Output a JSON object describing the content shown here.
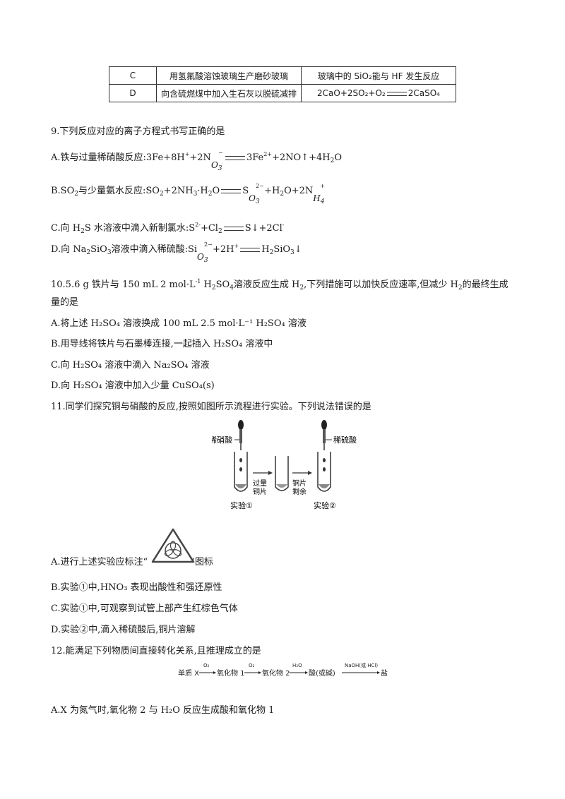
{
  "table": {
    "rows": [
      {
        "label": "C",
        "action": "用氢氟酸溶蚀玻璃生产磨砂玻璃",
        "reason": "玻璃中的 SiO₂能与 HF 发生反应"
      },
      {
        "label": "D",
        "action": "向含硫燃煤中加入生石灰以脱硫减排",
        "reason_left": "2CaO+2SO₂+O₂",
        "reason_right": "2CaSO₄"
      }
    ]
  },
  "q9": {
    "stem": "9.下列反应对应的离子方程式书写正确的是",
    "a_pre": "A.铁与过量稀硝酸反应:3Fe+8H",
    "a_mid": "+2N",
    "a_post": "3Fe",
    "a_end": "+2NO↑+4H",
    "a_tail": "O",
    "b_pre": "B.SO",
    "b_mid": "与少量氨水反应:SO",
    "b_mid2": "+2NH",
    "b_mid3": "·H",
    "b_mid4": "O",
    "b_post": "S",
    "b_end": "+H",
    "b_end2": "O+2N",
    "c_pre": "C.向 H",
    "c_mid": "S 水溶液中滴入新制氯水:S",
    "c_mid2": "+Cl",
    "c_post": "S↓+2Cl",
    "d_pre": "D.向 Na",
    "d_mid": "SiO",
    "d_mid2": "溶液中滴入稀硫酸:Si",
    "d_mid3": "+2H",
    "d_post": "H",
    "d_end": "SiO",
    "d_tail": "↓"
  },
  "q10": {
    "stem_pre": "10.5.6 g 铁片与 150 mL 2 mol·L",
    "stem_mid": " H",
    "stem_mid2": "SO",
    "stem_mid3": "溶液反应生成 H",
    "stem_end": ",下列措施可以加快反应速率,但减少 H",
    "stem_end2": "的最终生成",
    "stem_line2": "量的是",
    "a": "A.将上述 H₂SO₄ 溶液换成 100 mL 2.5 mol·L⁻¹ H₂SO₄ 溶液",
    "b": "B.用导线将铁片与石墨棒连接,一起插入 H₂SO₄ 溶液中",
    "c": "C.向 H₂SO₄ 溶液中滴入 Na₂SO₄ 溶液",
    "d": "D.向 H₂SO₄ 溶液中加入少量 CuSO₄(s)"
  },
  "q11": {
    "stem": "11.同学们探究铜与硝酸的反应,按照如图所示流程进行实验。下列说法错误的是",
    "diagram": {
      "acid1": "稀硝酸",
      "acid2": "稀硫酸",
      "cu_excess_1": "过量",
      "cu_excess_2": "铜片",
      "cu_left_1": "铜片",
      "cu_left_2": "剩余",
      "exp1": "实验①",
      "exp2": "实验②"
    },
    "a_pre": "A.进行上述实验应标注“",
    "a_post": "”图标",
    "b": "B.实验①中,HNO₃ 表现出酸性和强还原性",
    "c": "C.实验①中,可观察到试管上部产生红棕色气体",
    "d": "D.实验②中,滴入稀硫酸后,铜片溶解"
  },
  "q12": {
    "stem": "12.能满足下列物质间直接转化关系,且推理成立的是",
    "flow": {
      "s0": "单质 X",
      "r1": "O₂",
      "s1": "氧化物 1",
      "r2": "O₂",
      "s2": "氧化物 2",
      "r3": "H₂O",
      "s3": "酸(或碱)",
      "r4": "NaOH(或 HCl)",
      "s4": "盐"
    },
    "a": "A.X 为氮气时,氧化物 2 与 H₂O 反应生成酸和氧化物 1"
  }
}
